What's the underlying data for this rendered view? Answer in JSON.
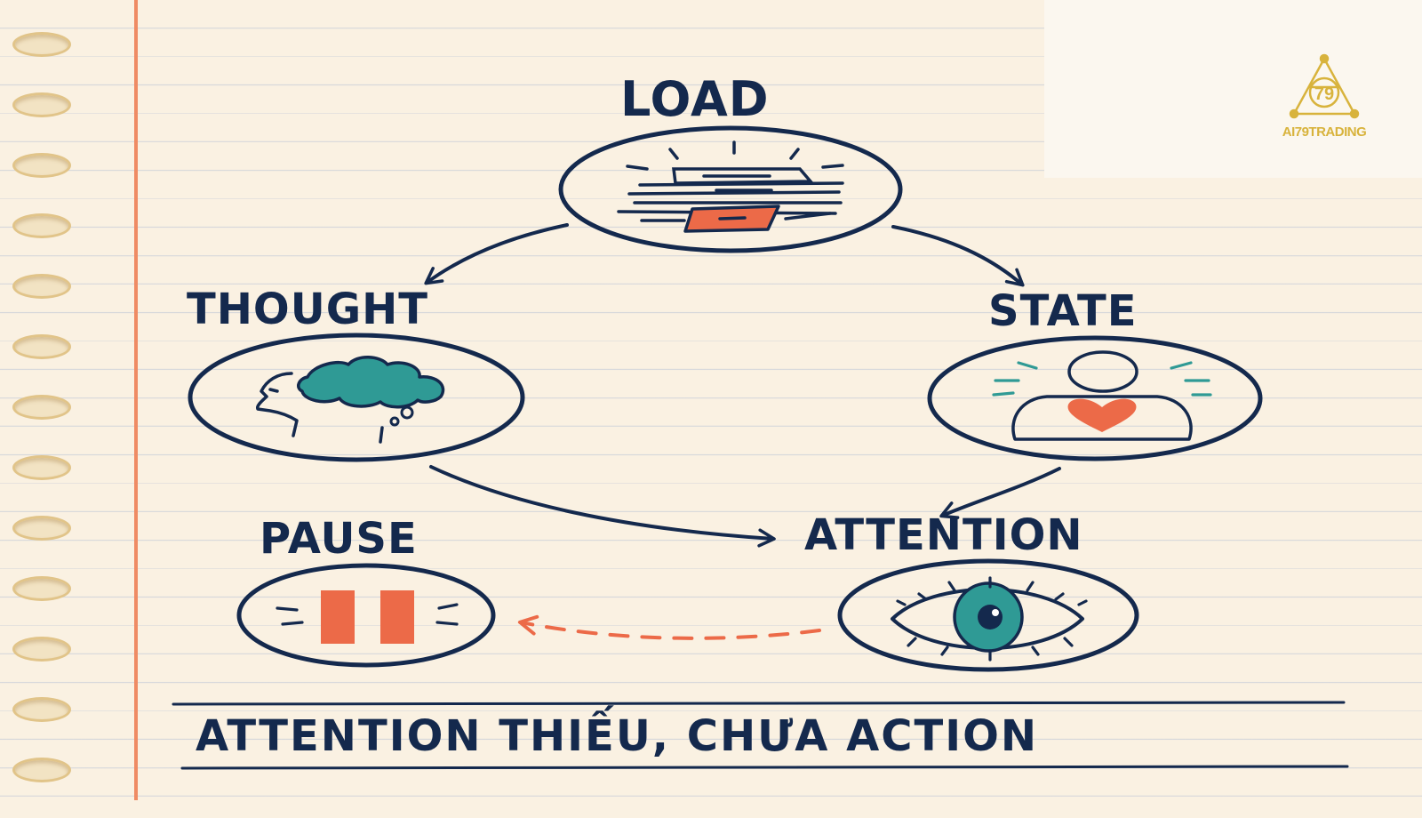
{
  "diagram": {
    "nodes": {
      "load": {
        "label": "LOAD"
      },
      "thought": {
        "label": "THOUGHT"
      },
      "state": {
        "label": "STATE"
      },
      "attention": {
        "label": "ATTENTION"
      },
      "pause": {
        "label": "PAUSE"
      }
    },
    "caption": "ATTENTION THIẾU, CHƯA ACTION"
  },
  "logo": {
    "text": "AI79TRADING",
    "mark": "79"
  },
  "colors": {
    "ink": "#14294d",
    "accent_orange": "#ec6a48",
    "teal": "#2f9a95",
    "paper": "#faf1e2",
    "margin_line": "#ef8b64",
    "logo_gold": "#d8b33c"
  },
  "icons": {
    "load": "stacked-papers-icon",
    "thought": "head-with-cloud-icon",
    "state": "person-heart-icon",
    "attention": "eye-icon",
    "pause": "pause-icon"
  }
}
